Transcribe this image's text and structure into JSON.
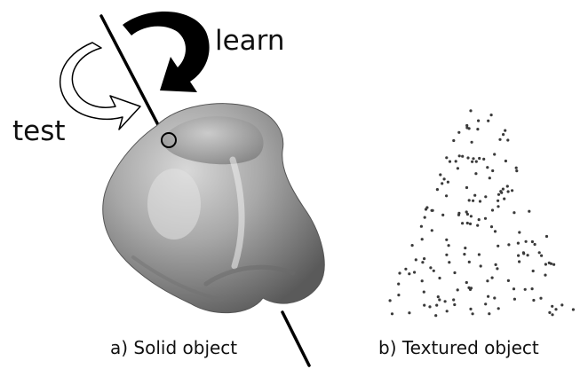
{
  "labels": {
    "learn": "learn",
    "test": "test",
    "caption_a": "a) Solid object",
    "caption_b": "b) Textured object"
  },
  "colors": {
    "axis": "#000000",
    "solid_object": "#9a9a9a",
    "dots": "#3a3a3a"
  },
  "icons": {
    "learn_arrow": "curved-black-arrow-icon",
    "test_arrow": "curved-outline-arrow-icon"
  }
}
